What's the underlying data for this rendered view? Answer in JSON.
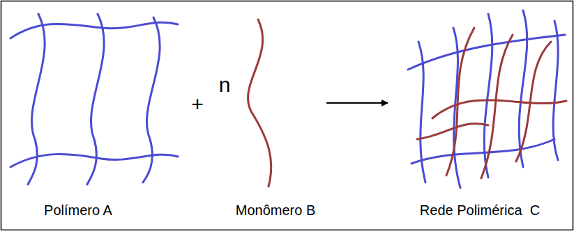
{
  "diagram": {
    "labels": [
      "+",
      "n",
      "Polímero A",
      "Monômero B",
      "Rede Polimérica  C"
    ]
  }
}
